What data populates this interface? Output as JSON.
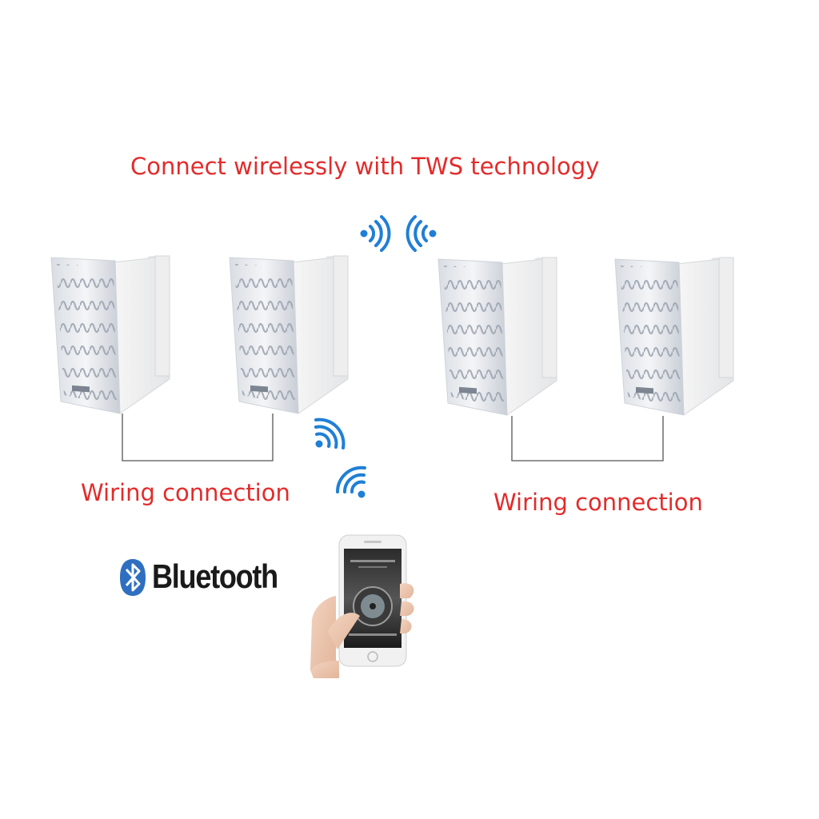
{
  "title": "Connect wirelessly with TWS technology",
  "left_pair": {
    "wiring_label": "Wiring connection"
  },
  "right_pair": {
    "wiring_label": "Wiring connection"
  },
  "bluetooth": {
    "logo_text": "Bluetooth",
    "icon": "bluetooth-icon"
  },
  "colors": {
    "label_red": "#e32b2b",
    "signal_blue": "#1f7fd6",
    "wire": "#555555"
  },
  "speakers": [
    {
      "name": "speaker-1",
      "icon": "speaker"
    },
    {
      "name": "speaker-2",
      "icon": "speaker"
    },
    {
      "name": "speaker-3",
      "icon": "speaker"
    },
    {
      "name": "speaker-4",
      "icon": "speaker"
    }
  ],
  "phone": {
    "icon": "smartphone-in-hand",
    "screen": "music-player"
  }
}
